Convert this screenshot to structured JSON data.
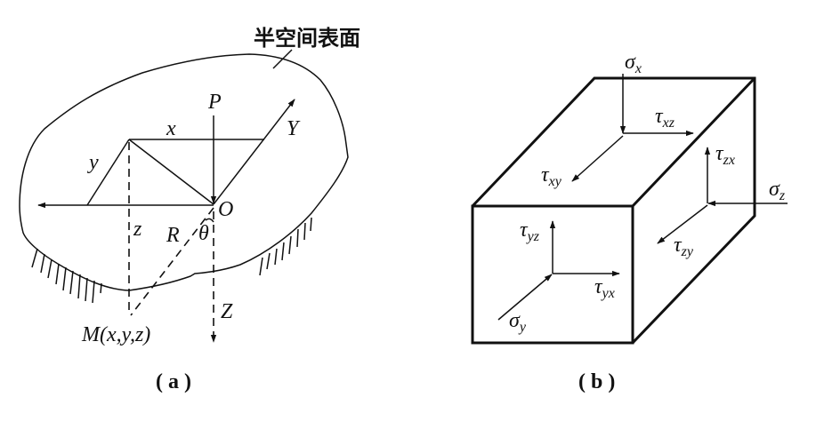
{
  "panel_a": {
    "surface_label": "半空间表面",
    "load": "P",
    "origin": "O",
    "axis_y": "Y",
    "axis_z": "Z",
    "coord_x": "x",
    "coord_y": "y",
    "coord_z": "z",
    "radius": "R",
    "angle": "θ",
    "point": "M(x,y,z)",
    "caption": "( a )"
  },
  "panel_b": {
    "sigma_x": {
      "sym": "σ",
      "sub": "x"
    },
    "tau_xz": {
      "sym": "τ",
      "sub": "xz"
    },
    "tau_xy": {
      "sym": "τ",
      "sub": "xy"
    },
    "tau_zx": {
      "sym": "τ",
      "sub": "zx"
    },
    "sigma_z": {
      "sym": "σ",
      "sub": "z"
    },
    "tau_zy": {
      "sym": "τ",
      "sub": "zy"
    },
    "tau_yz": {
      "sym": "τ",
      "sub": "yz"
    },
    "tau_yx": {
      "sym": "τ",
      "sub": "yx"
    },
    "sigma_y": {
      "sym": "σ",
      "sub": "y"
    },
    "caption": "( b )"
  }
}
